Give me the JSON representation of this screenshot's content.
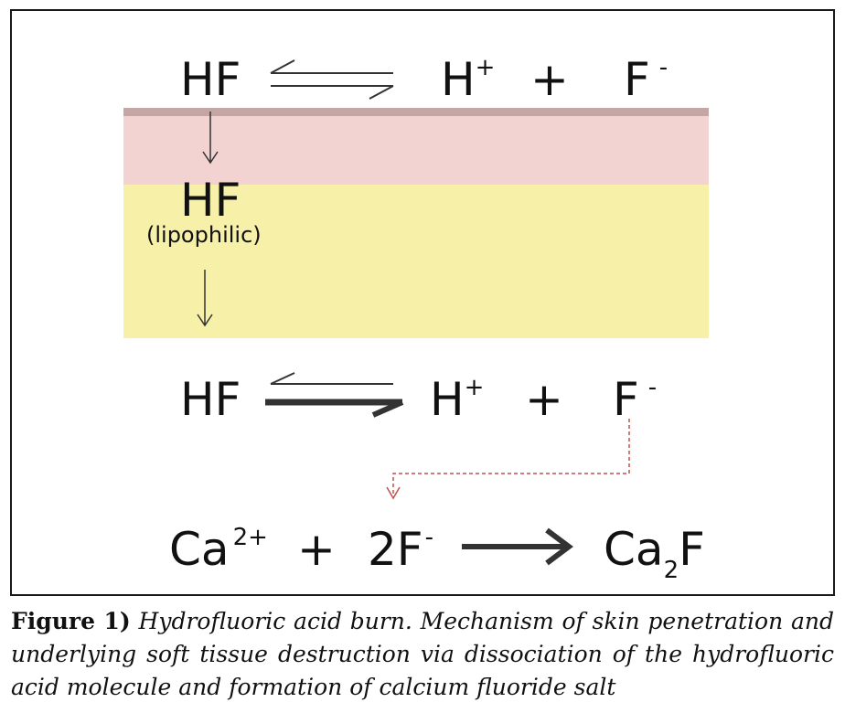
{
  "diagram": {
    "row1": {
      "hf": "HF",
      "h": "H",
      "h_charge": "+",
      "plus": "+",
      "f": "F",
      "f_charge": "-"
    },
    "inside": {
      "hf": "HF",
      "note": "(lipophilic)"
    },
    "row2": {
      "hf": "HF",
      "h": "H",
      "h_charge": "+",
      "plus": "+",
      "f": "F",
      "f_charge": "-"
    },
    "row3": {
      "ca": "Ca",
      "ca_charge": "2+",
      "plus": "+",
      "two_f": "2F",
      "f_charge": "-",
      "product_ca": "Ca",
      "product_sub": "2",
      "product_f": "F"
    },
    "colors": {
      "skin_outer": "#f3d3d2",
      "skin_edge": "#c4a6a4",
      "fat_layer": "#f6f0a8",
      "dashed_path": "#c0504d"
    }
  },
  "caption": {
    "label": "Figure 1)",
    "text": "Hydrofluoric acid burn. Mechanism of skin penetration and underlying soft tissue destruction via dissociation of the hydrofluoric acid molecule and formation of calcium fluoride salt"
  }
}
